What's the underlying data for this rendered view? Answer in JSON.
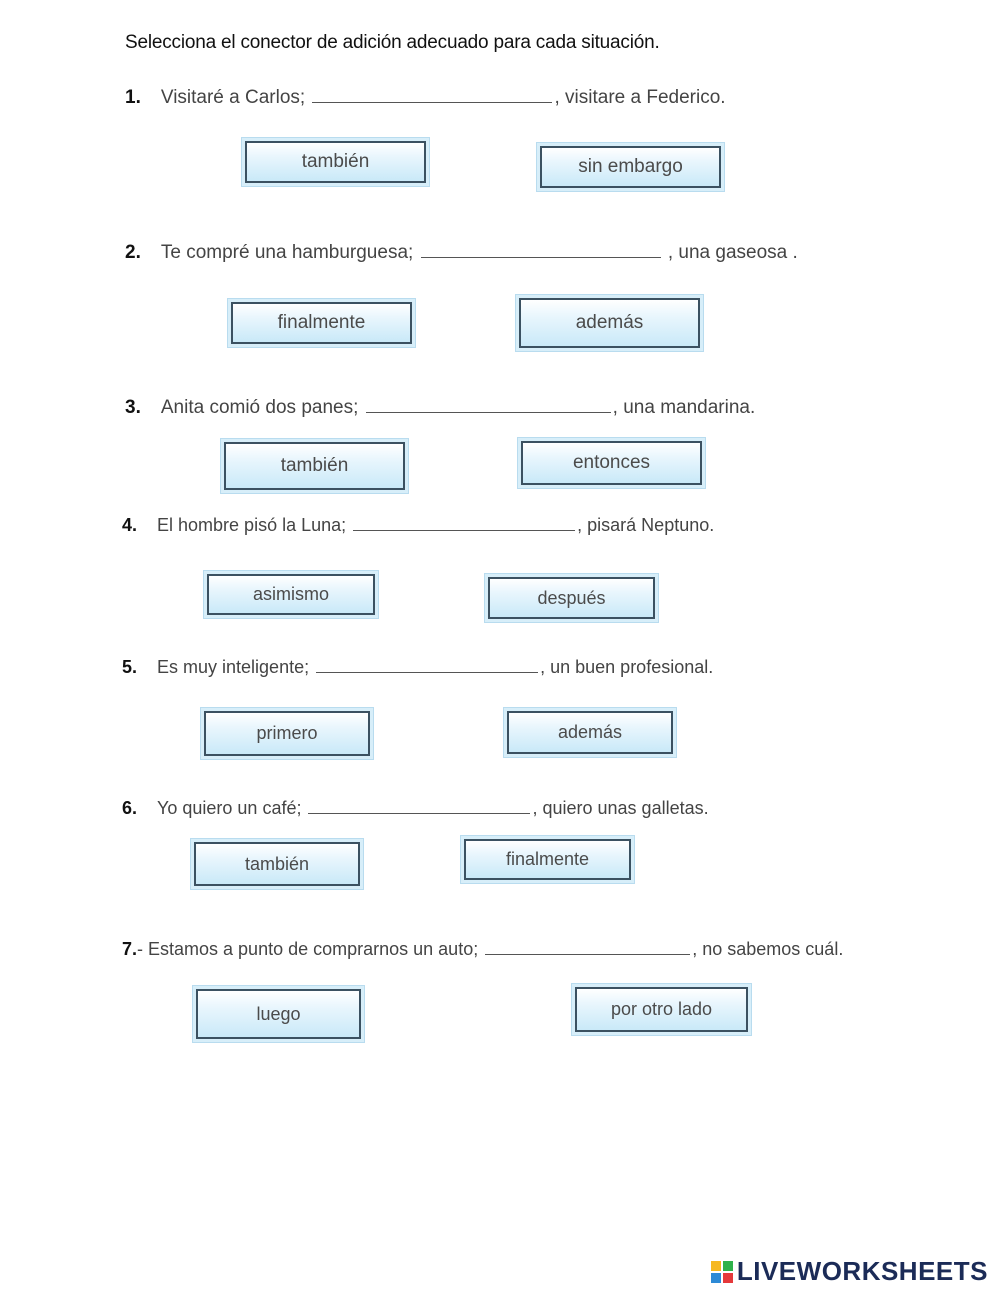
{
  "title": "Selecciona el conector de adición adecuado para cada situación.",
  "questions": [
    {
      "num": "1.",
      "before": "Visitaré a Carlos;",
      "after": ", visitare a Federico.",
      "options": [
        "también",
        "sin embargo"
      ]
    },
    {
      "num": "2.",
      "before": "Te compré una hamburguesa;",
      "after": " , una gaseosa .",
      "options": [
        "finalmente",
        "además"
      ]
    },
    {
      "num": "3.",
      "before": "Anita comió dos panes;",
      "after": ", una mandarina.",
      "options": [
        "también",
        "entonces"
      ]
    },
    {
      "num": "4.",
      "before": "El hombre pisó la Luna;",
      "after": ", pisará Neptuno.",
      "options": [
        "asimismo",
        "después"
      ]
    },
    {
      "num": "5.",
      "before": "Es muy inteligente;",
      "after": ", un buen profesional.",
      "options": [
        "primero",
        "además"
      ]
    },
    {
      "num": "6.",
      "before": "Yo quiero un café;",
      "after": ", quiero unas galletas.",
      "options": [
        "también",
        "finalmente"
      ]
    },
    {
      "num": "7.",
      "before": "- Estamos a punto de comprarnos un auto;",
      "after": ", no sabemos cuál.",
      "options": [
        "luego",
        "por otro lado"
      ]
    }
  ],
  "brand": {
    "logo_text": "LIVEWORKSHEETS",
    "logo_colors": [
      "#f6b820",
      "#2eb24b",
      "#2d8ad6",
      "#e5393b"
    ]
  }
}
